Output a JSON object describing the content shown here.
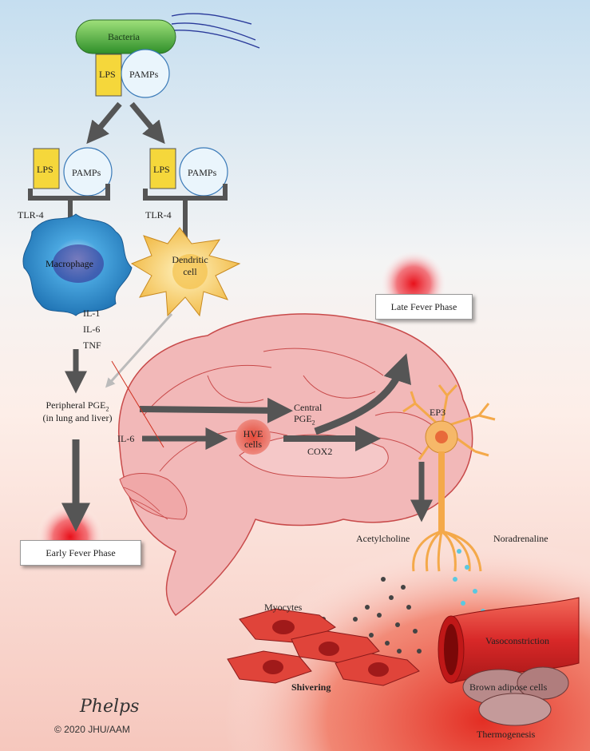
{
  "labels": {
    "bacteria": "Bacteria",
    "lps": "LPS",
    "pamps": "PAMPs",
    "tlr4": "TLR-4",
    "macrophage": "Macrophage",
    "dendritic_line1": "Dendritic",
    "dendritic_line2": "cell",
    "il1": "IL-1",
    "il6": "IL-6",
    "tnf": "TNF",
    "peripheral_pge_a": "Peripheral PGE",
    "peripheral_pge_sub": "2",
    "peripheral_pge_b": "(in lung and liver)",
    "central_line1": "Central",
    "central_line2": "PGE",
    "central_sub": "2",
    "il6_brain": "IL-6",
    "hve_line1": "HVE",
    "hve_line2": "cells",
    "cox2": "COX2",
    "ep3": "EP3",
    "late_fever": "Late Fever Phase",
    "early_fever": "Early Fever Phase",
    "acetylcholine": "Acetylcholine",
    "noradrenaline": "Noradrenaline",
    "myocytes": "Myocytes",
    "shivering": "Shivering",
    "vasoconstriction": "Vasoconstriction",
    "brown_adipose": "Brown adipose cells",
    "thermogenesis": "Thermogenesis",
    "copyright": "© 2020 JHU/AAM"
  },
  "colors": {
    "background_top": "#c9e1f0",
    "background_bottom": "#e8382a",
    "lps_yellow": "#f5d73b",
    "macrophage_blue": "#2a8fd0",
    "dendritic_yellow": "#f8d55a",
    "brain_pink": "#f2b5b5",
    "neuron_orange": "#f4a94a",
    "vessel_red": "#e03030",
    "arrow_gray": "#555555"
  }
}
